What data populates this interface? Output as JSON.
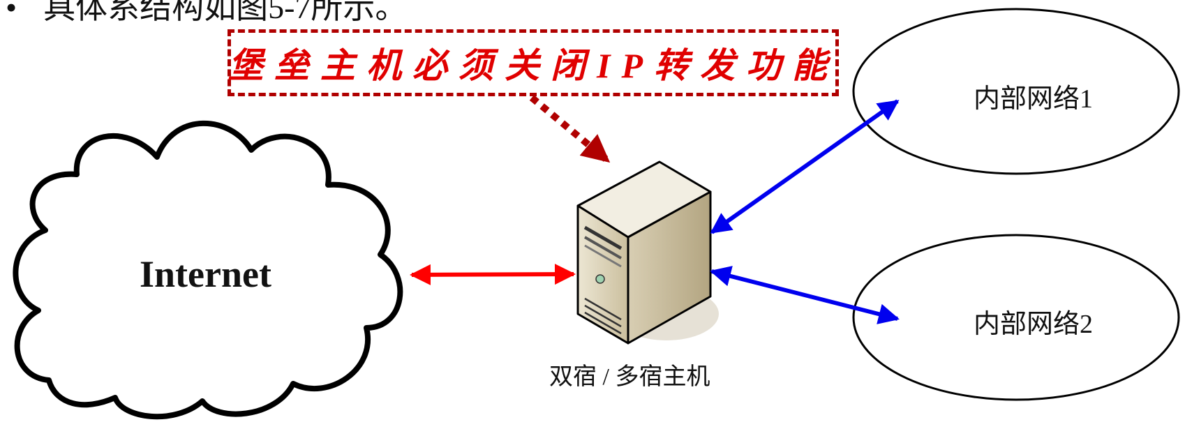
{
  "heading": {
    "bullet": "•",
    "text": "具体系结构如图5-7所示。"
  },
  "callout": {
    "text": "堡垒主机必须关闭IP转发功能"
  },
  "nodes": {
    "internet": "Internet",
    "host": "双宿 / 多宿主机",
    "internal_1": "内部网络1",
    "internal_2": "内部网络2"
  },
  "colors": {
    "red_link": "#ff0000",
    "blue_link": "#0000ee",
    "callout": "#b00000"
  }
}
